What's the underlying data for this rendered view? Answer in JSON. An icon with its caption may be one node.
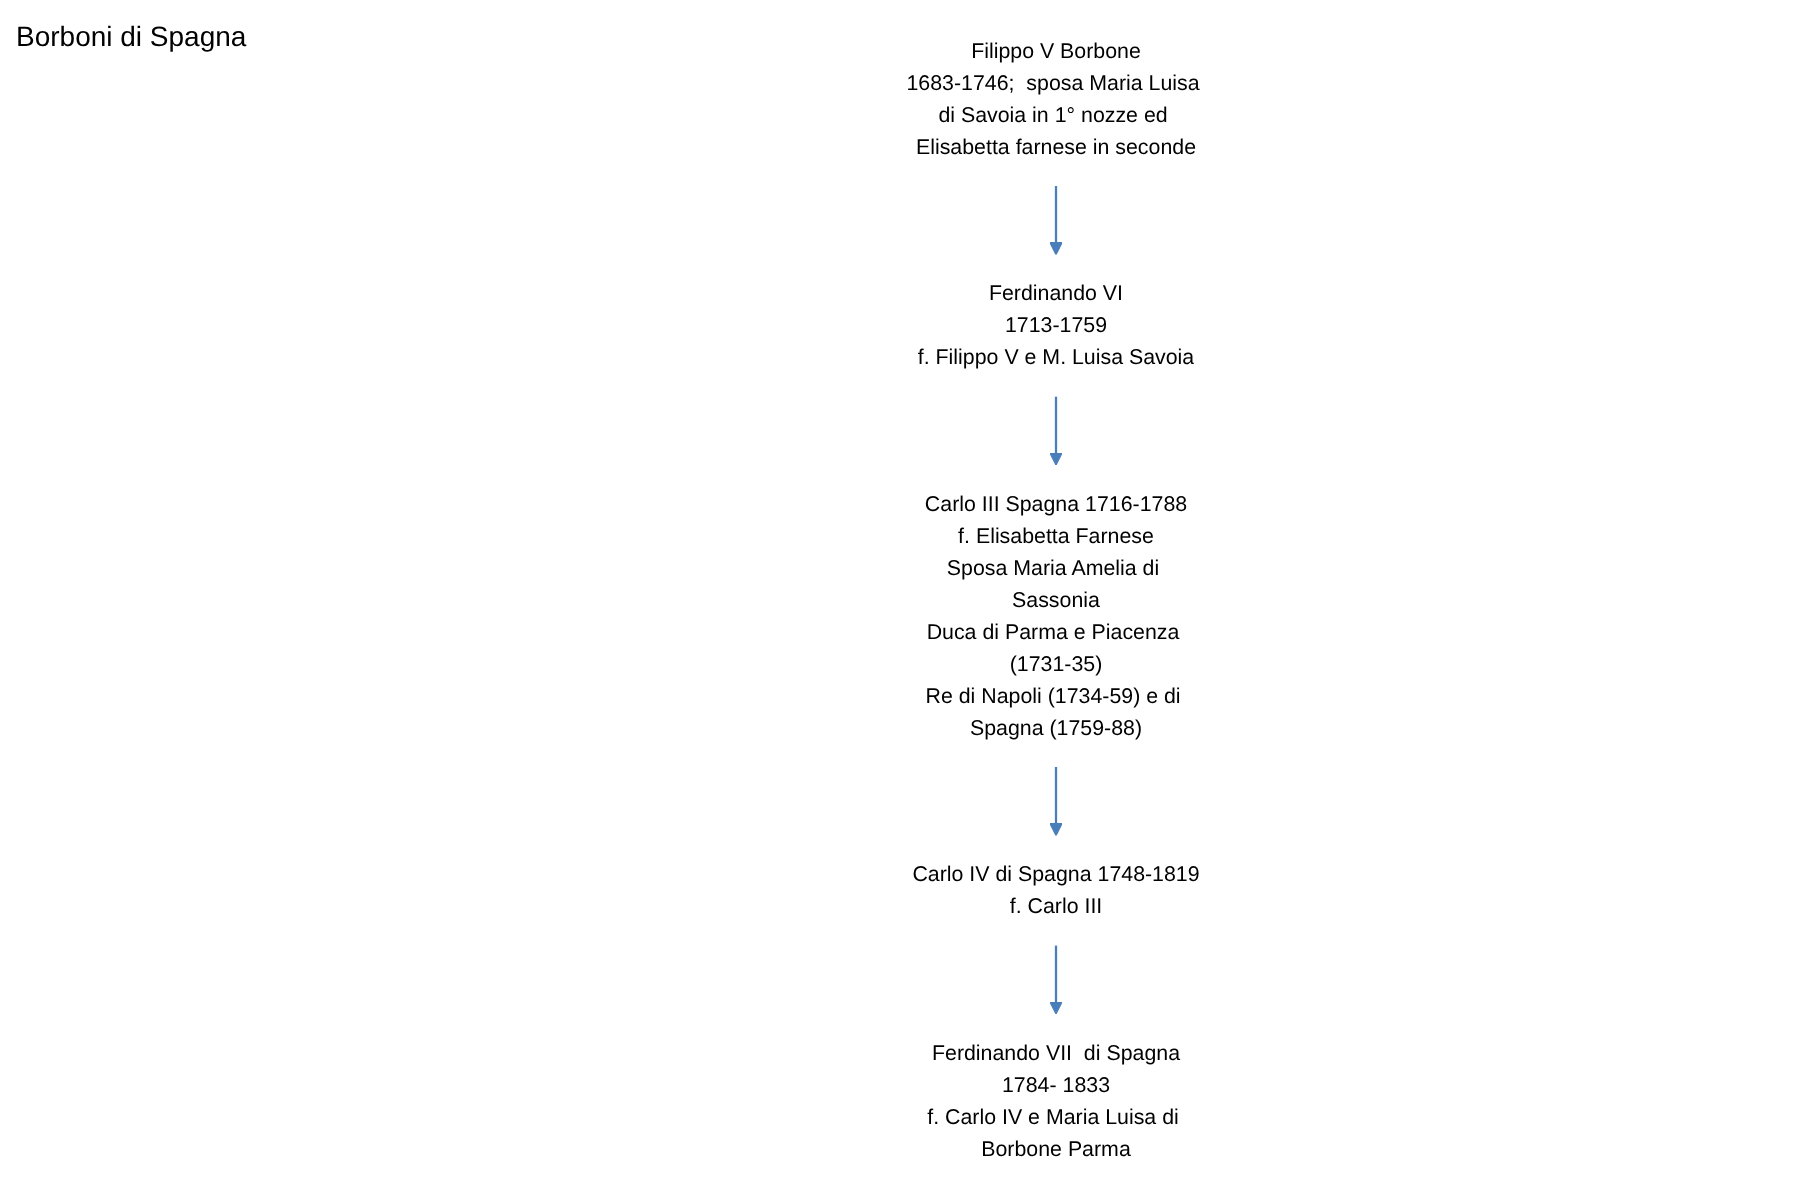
{
  "diagram": {
    "title": "Borboni di Spagna",
    "nodes": [
      {
        "text": [
          "Filippo V Borbone",
          "1683-1746;  sposa Maria Luisa di Savoia in 1° nozze ed Elisabetta farnese in seconde"
        ]
      },
      {
        "text": [
          "Ferdinando VI",
          "1713-1759",
          "f. Filippo V  e M. Luisa Savoia"
        ]
      },
      {
        "text": [
          "Carlo III Spagna 1716-1788",
          "f. Elisabetta Farnese",
          "Sposa Maria Amelia di Sassonia",
          "Duca di Parma e Piacenza (1731-35)",
          "Re di Napoli (1734-59) e di Spagna (1759-88)"
        ]
      },
      {
        "text": [
          "Carlo IV di Spagna 1748-1819",
          "f. Carlo III"
        ]
      },
      {
        "text": [
          "Ferdinando VII  di Spagna",
          "1784- 1833",
          "f. Carlo IV e Maria Luisa di Borbone Parma"
        ]
      }
    ],
    "edges": [
      {
        "from": 0,
        "to": 1,
        "arrow": "to"
      },
      {
        "from": 1,
        "to": 2,
        "arrow": "to"
      },
      {
        "from": 2,
        "to": 3,
        "arrow": "to"
      },
      {
        "from": 3,
        "to": 4,
        "arrow": "to"
      }
    ]
  }
}
